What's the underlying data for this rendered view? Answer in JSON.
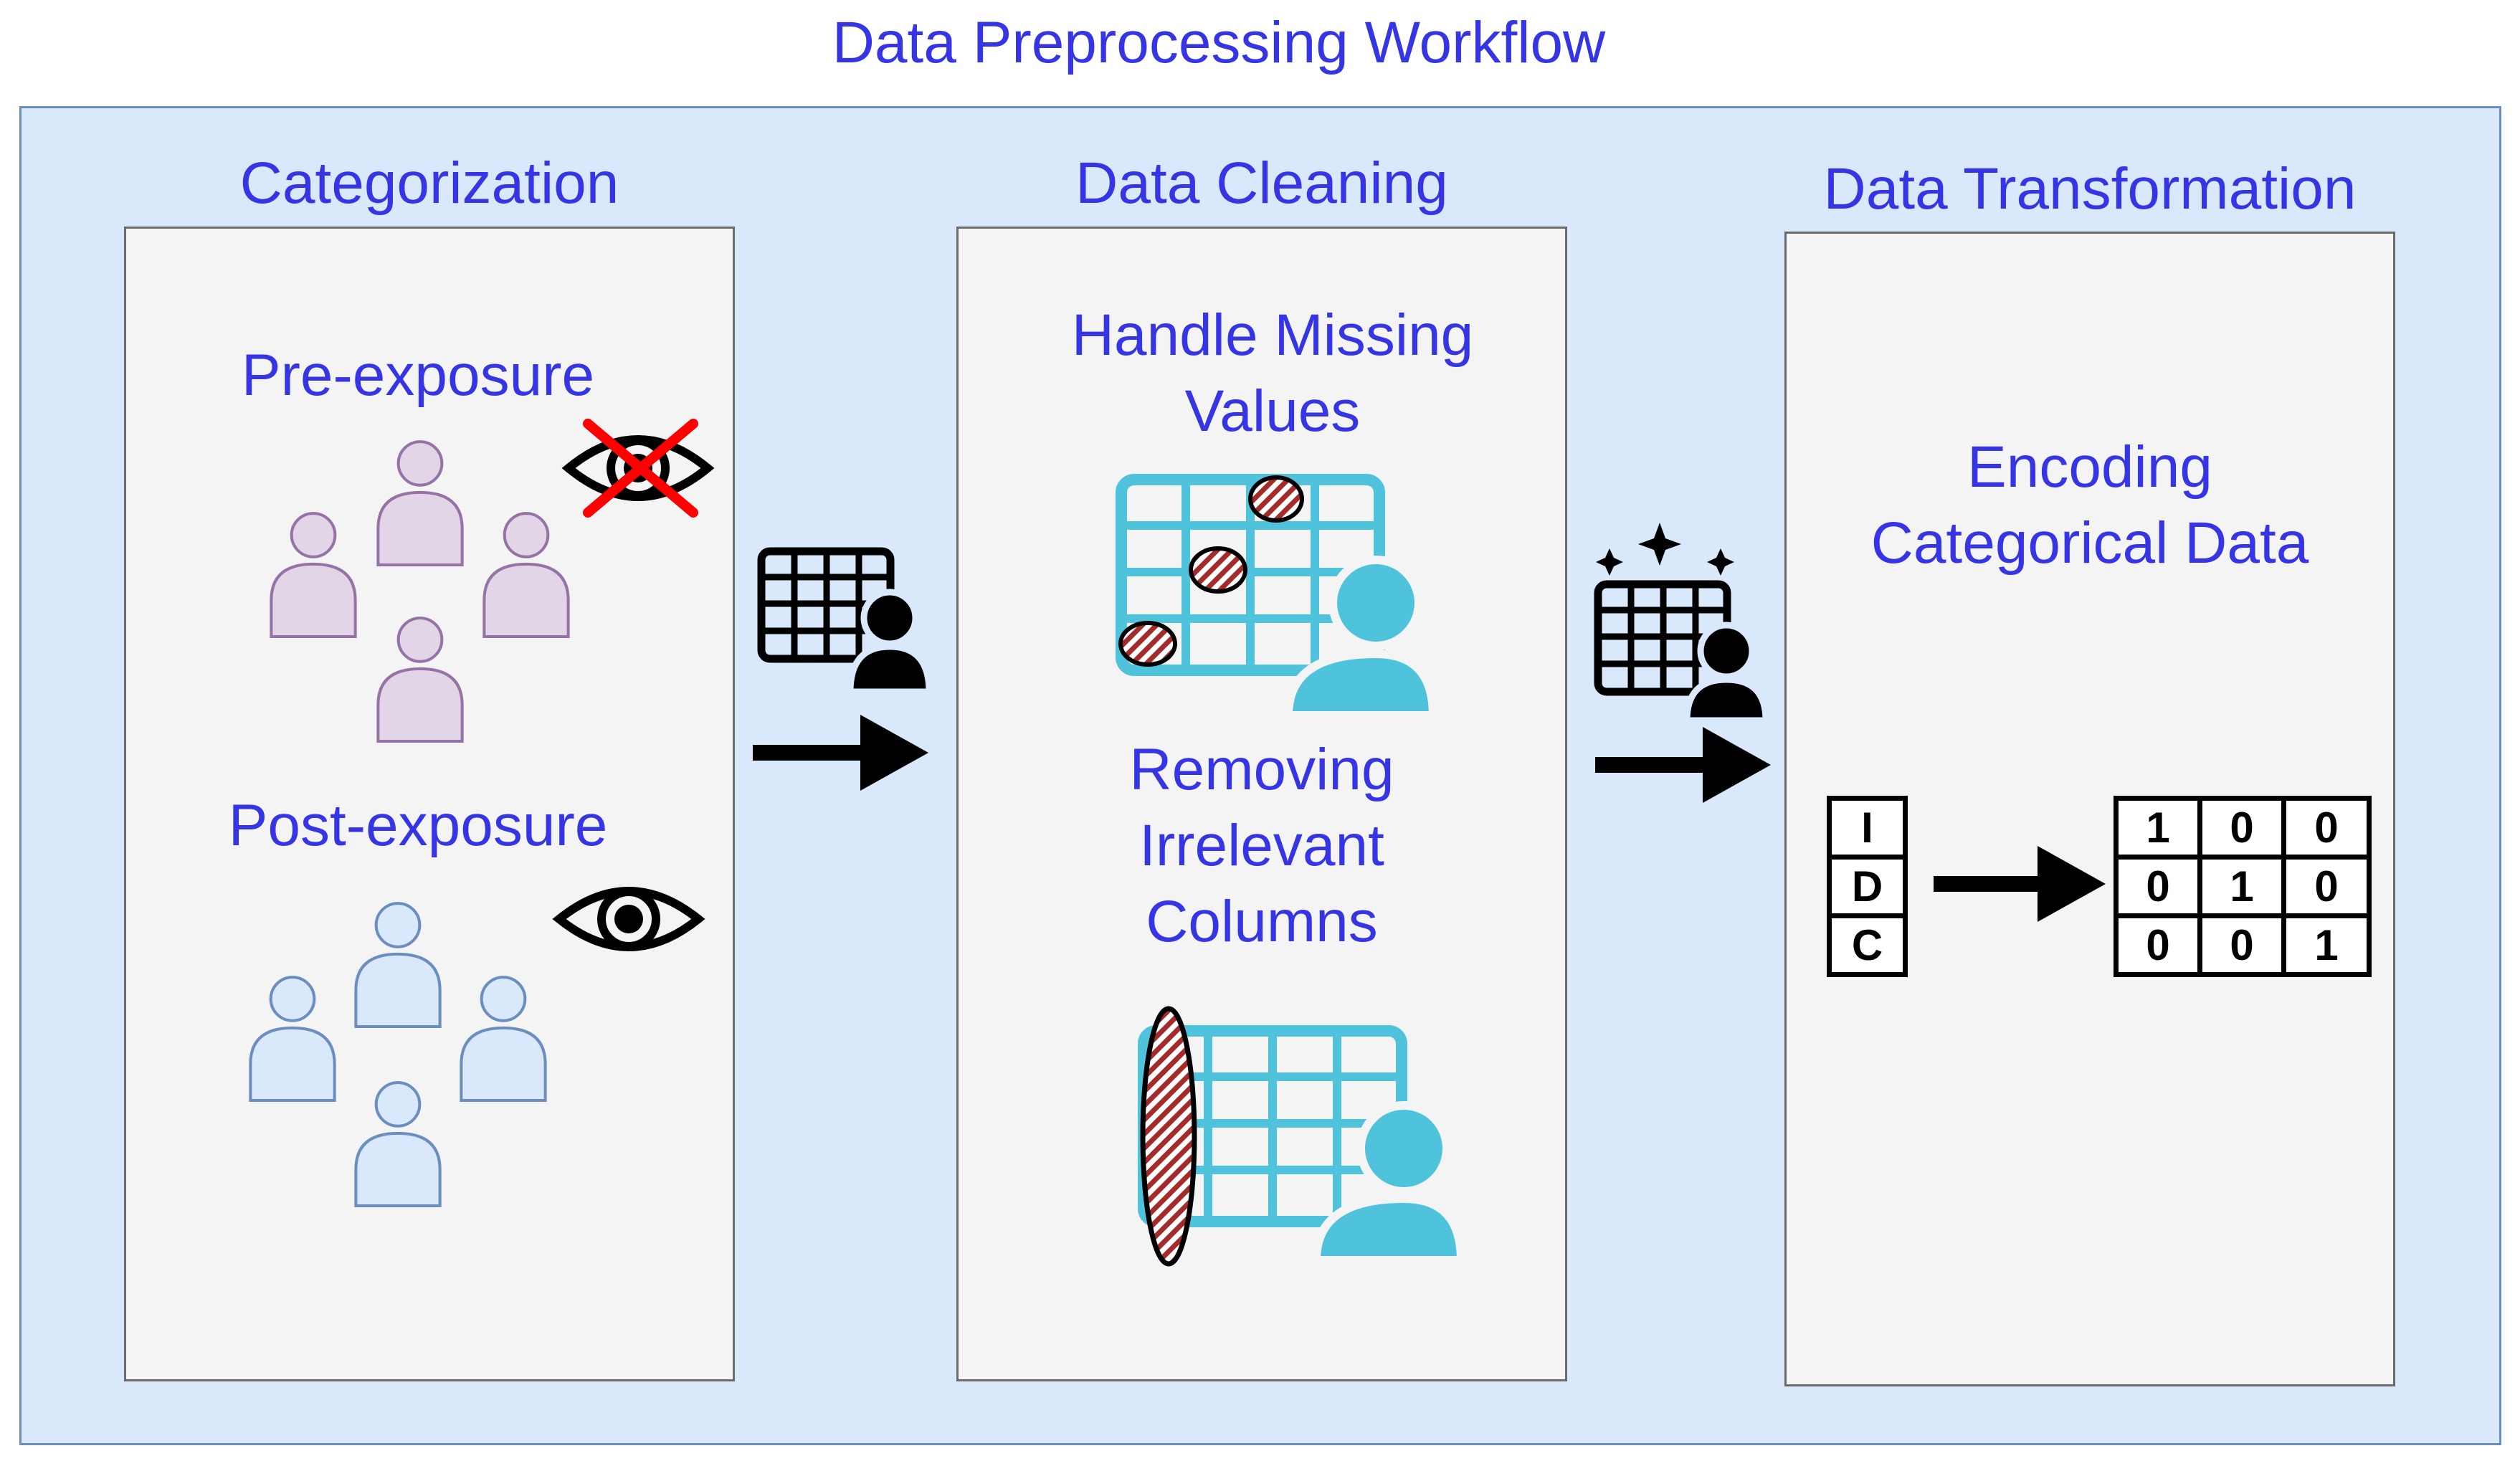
{
  "title": "Data Preprocessing Workflow",
  "stages": [
    {
      "heading": "Categorization",
      "groups": [
        {
          "label": "Pre-exposure",
          "person_color": "#e1d5e7",
          "person_stroke": "#9673a6",
          "icon": "eye-crossed-icon"
        },
        {
          "label": "Post-exposure",
          "person_color": "#dae8fc",
          "person_stroke": "#6c8ebf",
          "icon": "eye-icon"
        }
      ]
    },
    {
      "heading": "Data Cleaning",
      "steps": [
        {
          "label_line1": "Handle Missing",
          "label_line2": "Values"
        },
        {
          "label_line1": "Removing",
          "label_line2": "Irrelevant",
          "label_line3": "Columns"
        }
      ]
    },
    {
      "heading": "Data Transformation",
      "step": {
        "label_line1": "Encoding",
        "label_line2": "Categorical Data"
      },
      "categories": [
        "I",
        "D",
        "C"
      ],
      "one_hot": [
        [
          "1",
          "0",
          "0"
        ],
        [
          "0",
          "1",
          "0"
        ],
        [
          "0",
          "0",
          "1"
        ]
      ]
    }
  ],
  "colors": {
    "text": "#3535e6",
    "frame_fill": "#dae8fc",
    "panel_fill": "#f4f4f5",
    "table_cyan": "#4fc3dc",
    "hatch_red": "#a52a2a",
    "cross_red": "#ff0000"
  }
}
